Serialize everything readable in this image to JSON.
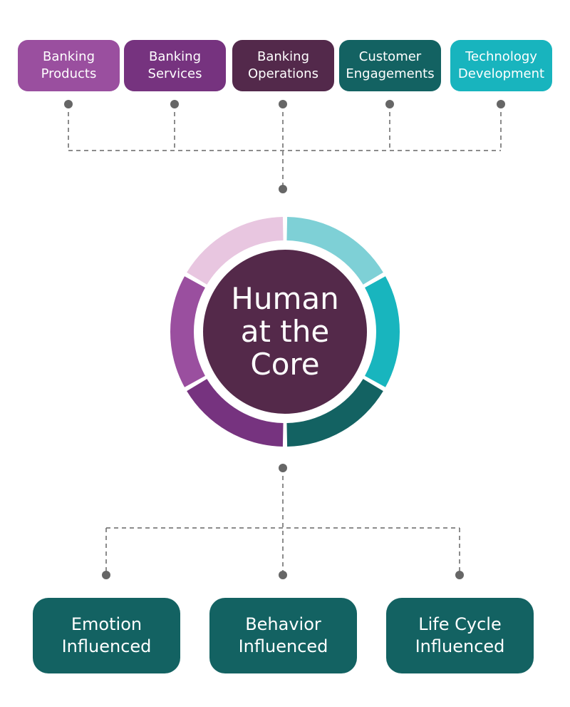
{
  "top_boxes": [
    {
      "line1": "Banking",
      "line2": "Products",
      "color": "#9a4f9f"
    },
    {
      "line1": "Banking",
      "line2": "Services",
      "color": "#76337f"
    },
    {
      "line1": "Banking",
      "line2": "Operations",
      "color": "#53294b"
    },
    {
      "line1": "Customer",
      "line2": "Engagements",
      "color": "#136262"
    },
    {
      "line1": "Technology",
      "line2": "Development",
      "color": "#18b4be"
    }
  ],
  "center": {
    "line1": "Human",
    "line2": "at the",
    "line3": "Core",
    "color": "#54294a"
  },
  "ring_colors": [
    "#7ed0d6",
    "#18b5be",
    "#136262",
    "#76337f",
    "#9a4f9f",
    "#e8c6e0"
  ],
  "bottom_boxes": [
    {
      "line1": "Emotion",
      "line2": "Influenced"
    },
    {
      "line1": "Behavior",
      "line2": "Influenced"
    },
    {
      "line1": "Life Cycle",
      "line2": "Influenced"
    }
  ],
  "connector_color": "#666666"
}
